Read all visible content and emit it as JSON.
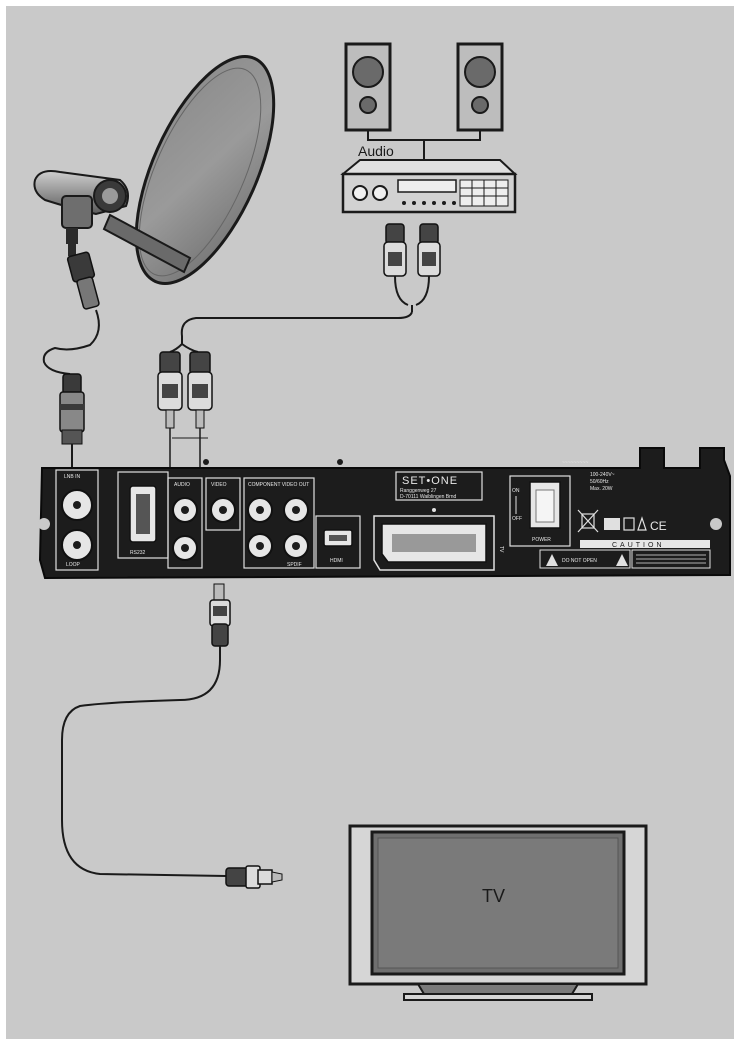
{
  "labels": {
    "audio": "Audio",
    "tv": "TV"
  },
  "receiver": {
    "brand": "SET•ONE",
    "address_line1": "Ranggenweg 27",
    "address_line2": "D-70111 Waiblingen Brnd",
    "lnb_in": "LNB IN",
    "loop": "LOOP",
    "rs232": "RS232",
    "audio_port": "AUDIO",
    "video_port": "VIDEO",
    "component": "COMPONENT VIDEO OUT",
    "spdif": "SPDIF",
    "hdmi": "HDMI",
    "on": "ON",
    "off": "OFF",
    "power": "POWER",
    "caution": "CAUTION",
    "warning": "DO NOT OPEN",
    "marks": "CE"
  },
  "colors": {
    "background": "#c9c9c9",
    "panel": "#1c1c1c",
    "line": "#1a1a1a"
  }
}
